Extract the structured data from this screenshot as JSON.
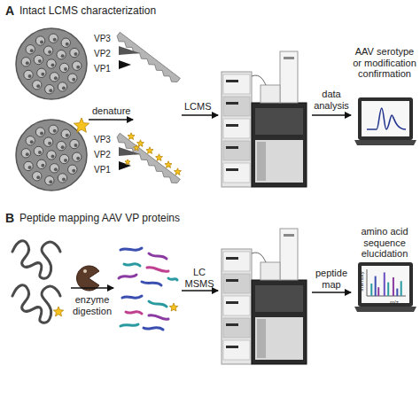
{
  "diagram": {
    "labels": [
      "A",
      "Intact LCMS characterization",
      "VP3",
      "VP2",
      "VP1",
      "denature",
      "VP3",
      "VP2",
      "VP1",
      "LCMS",
      "data analysis",
      "AAV serotype or modification confirmation",
      "B",
      "Peptide mapping AAV VP proteins",
      "enzyme digestion",
      "LC MSMS",
      "peptide map",
      "amino acid sequence elucidation",
      "Intensity",
      "m/z"
    ]
  }
}
